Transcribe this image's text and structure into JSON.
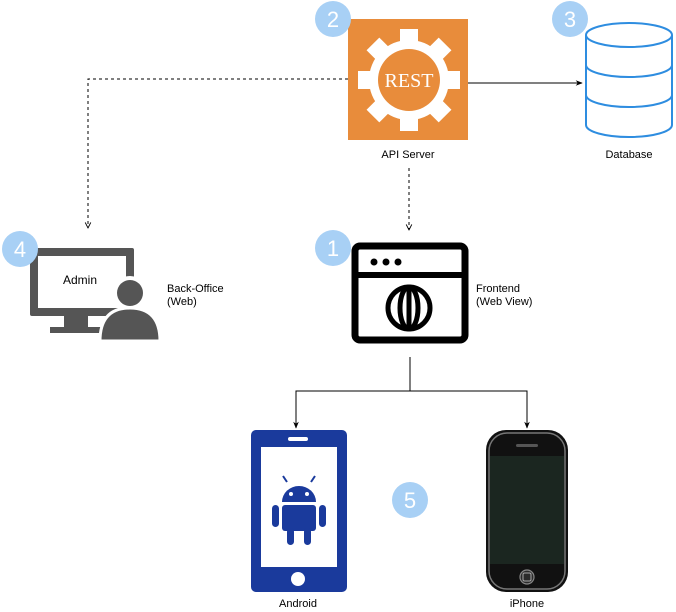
{
  "nodes": {
    "api_server": {
      "label": "API Server",
      "icon_text": "REST",
      "icon": "gear-icon",
      "color": "#E88C3B"
    },
    "database": {
      "label": "Database",
      "icon": "database-icon",
      "color": "#2E8DE0"
    },
    "backoffice": {
      "label_line1": "Back-Office",
      "label_line2": "(Web)",
      "screen_text": "Admin",
      "icon": "monitor-user-icon",
      "color": "#555555"
    },
    "frontend": {
      "label_line1": "Frontend",
      "label_line2": "(Web View)",
      "icon": "browser-globe-icon",
      "color": "#000000"
    },
    "android": {
      "label": "Android",
      "icon": "android-phone-icon",
      "color": "#1A3A9C"
    },
    "iphone": {
      "label": "iPhone",
      "icon": "iphone-icon",
      "color": "#111111"
    }
  },
  "badges": [
    {
      "number": "1"
    },
    {
      "number": "2"
    },
    {
      "number": "3"
    },
    {
      "number": "4"
    },
    {
      "number": "5"
    }
  ],
  "badge_color": "#A8D0F5"
}
